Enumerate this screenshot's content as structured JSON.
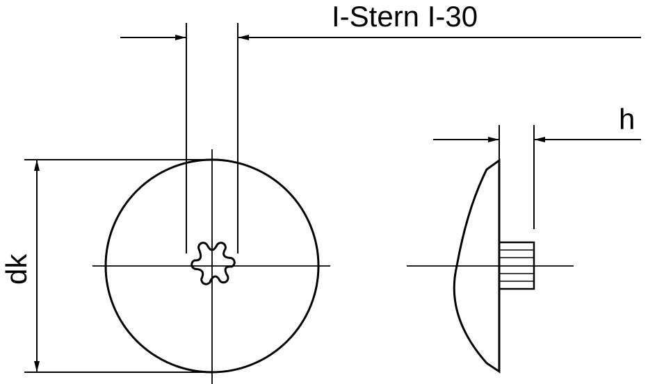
{
  "labels": {
    "drive_type": "I-Stern I-30",
    "height": "h",
    "head_diameter": "dk"
  },
  "colors": {
    "stroke": "#000000",
    "background": "#ffffff"
  }
}
